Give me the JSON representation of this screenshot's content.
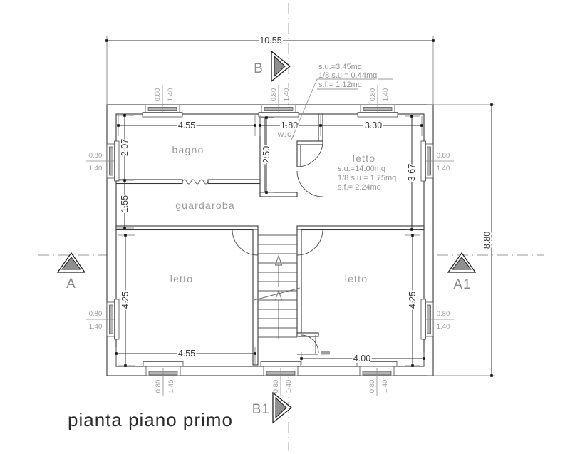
{
  "title": "pianta piano primo",
  "rooms": {
    "bagno": "bagno",
    "guardaroba": "guardaroba",
    "wc": "w.c.",
    "letto": "letto"
  },
  "markers": {
    "top": "B",
    "bottom": "B1",
    "left": "A",
    "right": "A1"
  },
  "dimensions": {
    "overall_width": "10.55",
    "overall_height": "8.80",
    "bagno_width": "4.55",
    "wc_width": "1.80",
    "letto_tr_width": "3.30",
    "bagno_depth": "2.07",
    "guardaroba_depth": "1.55",
    "wc_depth": "2.50",
    "letto_tr_depth": "3.67",
    "letto_bl_depth": "4.25",
    "letto_bl_width": "4.55",
    "letto_br_depth": "4.25",
    "letto_br_width": "4.00",
    "window_width": "0.80",
    "window_opening": "1.40"
  },
  "annotations": {
    "wc": [
      "s.u.=3.45mq",
      "1/8 s.u.= 0.44mq",
      "s.f.= 1.12mq"
    ],
    "letto": [
      "s.u.=14.00mq",
      "1/8 s.u.= 1.75mq",
      "s.f.= 2.24mq"
    ]
  },
  "colors": {
    "wall_line": "#383838",
    "dimension_text": "#3a3a3a",
    "light_text": "#9b9b9b",
    "marker_fill": "#8f8f8f",
    "window_glass": "#b3b3b3",
    "centerline": "#9a9a9a",
    "background": "#ffffff"
  }
}
